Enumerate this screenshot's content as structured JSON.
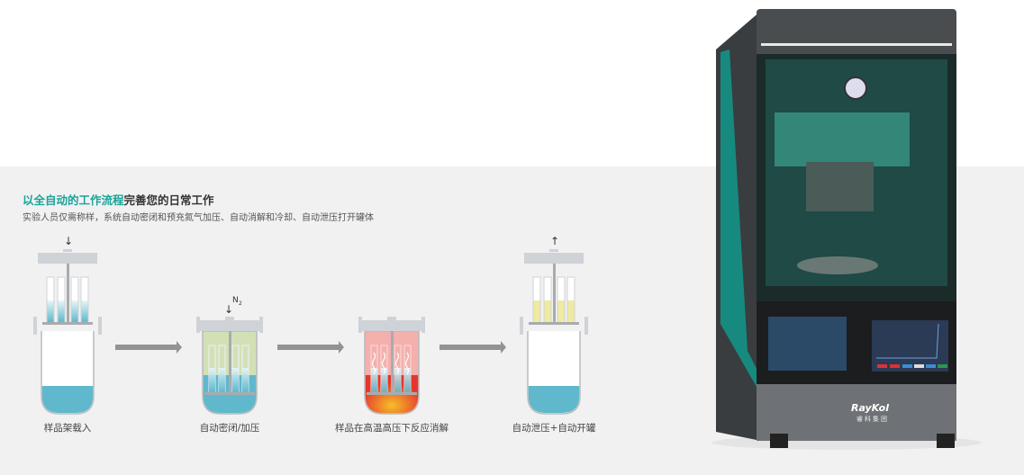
{
  "heading": {
    "highlight": "以全自动的工作流程",
    "rest": "完善您的日常工作"
  },
  "subheading": "实验人员仅需称样，系统自动密闭和预充氮气加压、自动消解和冷却、自动泄压打开罐体",
  "steps": [
    {
      "label": "样品架载入",
      "symbol": "↓"
    },
    {
      "label": "自动密闭/加压",
      "symbol": "↓",
      "gas": "N",
      "gas_sub": "2"
    },
    {
      "label": "样品在高温高压下反应消解"
    },
    {
      "label": "自动泄压+自动开罐",
      "symbol": "↑"
    }
  ],
  "device": {
    "brand": "RayKol",
    "brand_cn": "睿科集团"
  },
  "colors": {
    "accent": "#1aa39a",
    "liquid": "#5fb8cc",
    "heat": "#e8352a",
    "gas": "#d2e1b5"
  }
}
